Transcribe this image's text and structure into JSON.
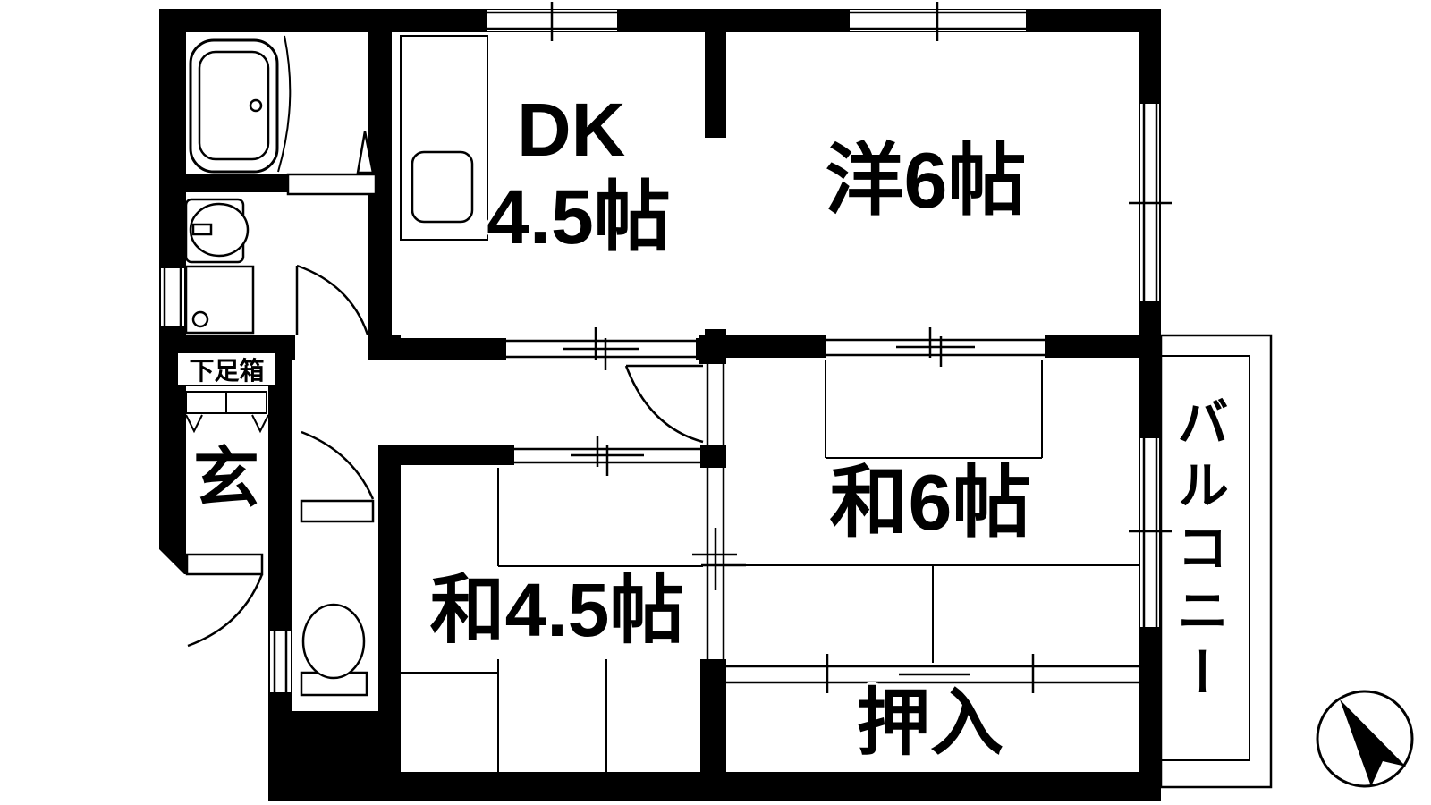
{
  "page": {
    "background": "#ffffff",
    "ink": "#000000"
  },
  "labels": {
    "dk_room": {
      "line1": "DK",
      "line2": "4.5帖"
    },
    "western_room": "洋6帖",
    "japanese_room_6": "和6帖",
    "japanese_room_45": "和4.5帖",
    "closet": "押入",
    "balcony": "バルコニー",
    "entrance": "玄",
    "shoe_box": "下足箱"
  },
  "fixtures": {
    "bathtub": "bathtub-icon",
    "washbasin": "washbasin-icon",
    "washing_machine": "washing-machine-pan-icon",
    "toilet": "toilet-icon",
    "kitchen_sink": "kitchen-sink-icon",
    "shoe_cabinet": "shoe-cabinet-icon",
    "compass": "north-arrow-icon"
  }
}
